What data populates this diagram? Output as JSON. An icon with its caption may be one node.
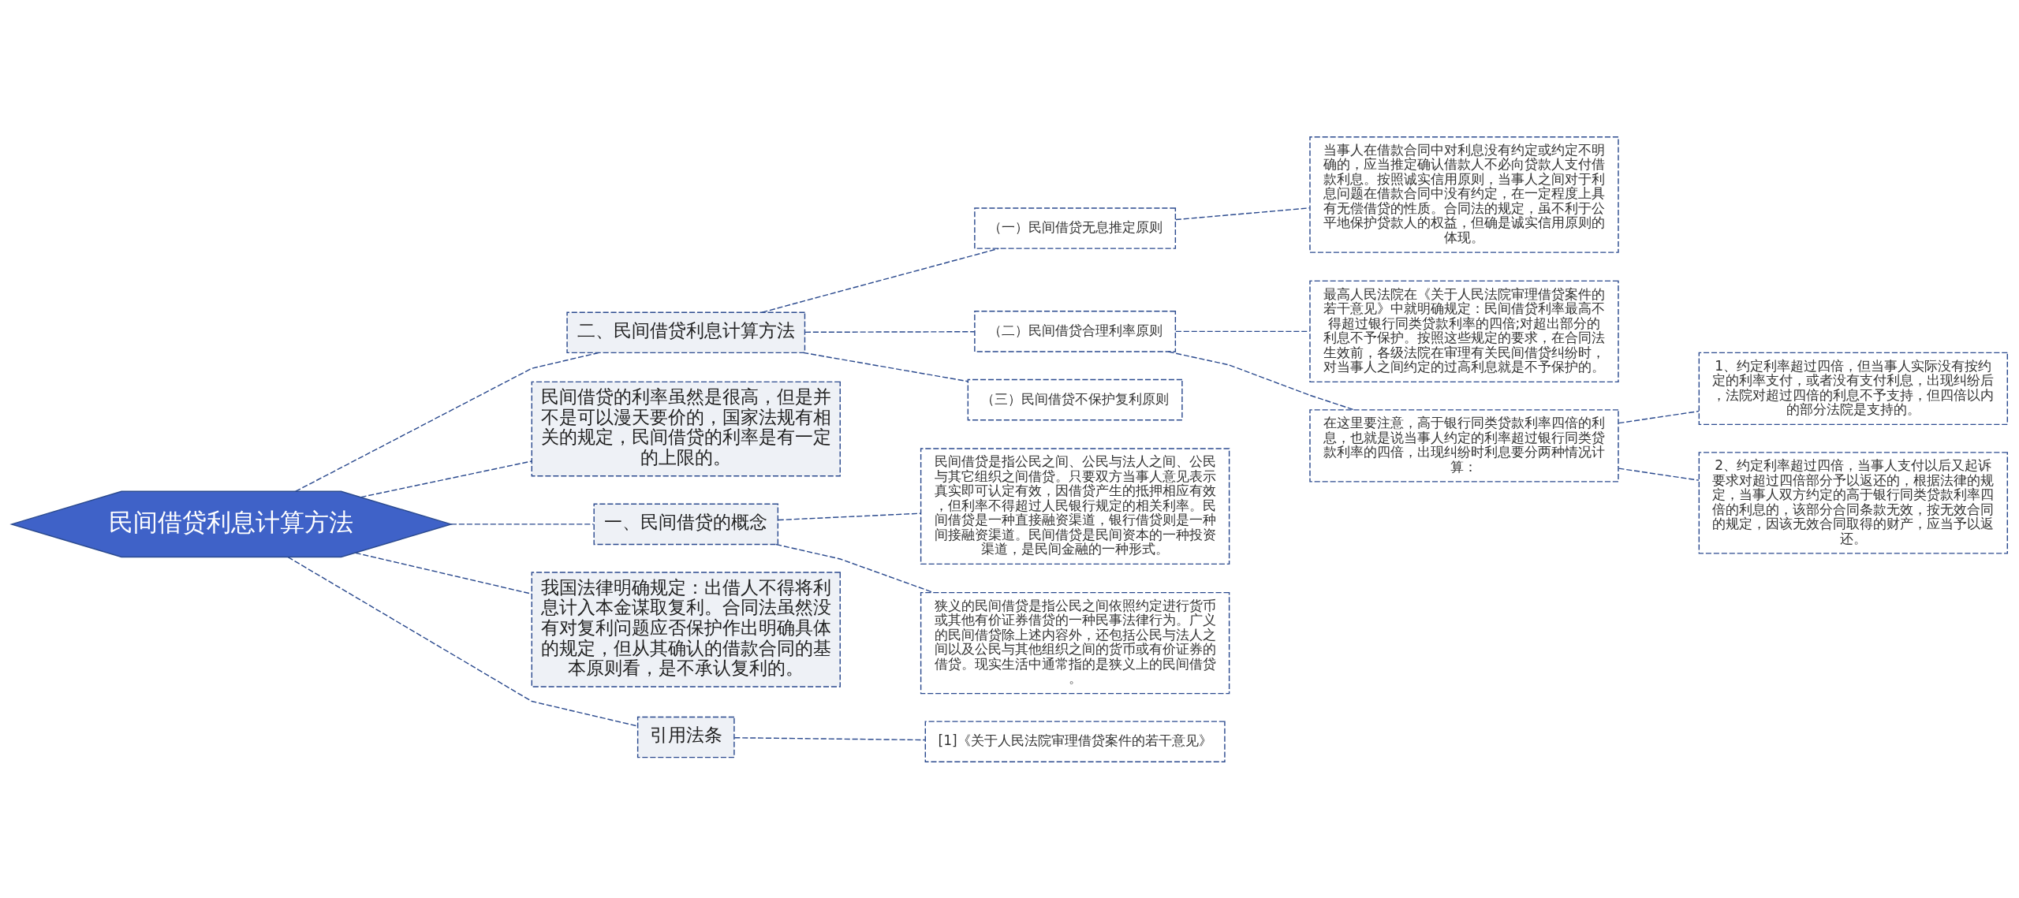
{
  "diagram": {
    "nodes": [
      {
        "text": [
          "民间借贷利息计算方法"
        ]
      },
      {
        "text": [
          "二、民间借贷利息计算方法"
        ]
      },
      {
        "text": [
          "（一）民间借贷无息推定原则"
        ]
      },
      {
        "text": [
          "（二）民间借贷合理利率原则"
        ]
      },
      {
        "text": [
          "（三）民间借贷不保护复利原则"
        ]
      },
      {
        "text": [
          "当事人在借款合同中对利息没有约定或约定不明确的，应当推定确认借款人不必向贷款人支付借款利息。按照诚实信用原则，当事人之间对于利息问题在借款合同中没有约定，在一定程度上具有无偿借贷的性质。合同法的规定，虽不利于公平地保护贷款人的权益，但确是诚实信用原则的体现。"
        ]
      },
      {
        "text": [
          "最高人民法院在《关于人民法院审理借贷案件的若干意见》中就明确规定：民间借贷利率最高不得超过银行同类贷款利率的四倍;对超出部分的利息不予保护。按照这些规定的要求，在合同法生效前，各级法院在审理有关民间借贷纠纷时，对当事人之间约定的过高利息就是不予保护的。"
        ]
      },
      {
        "text": [
          "在这里要注意，高于银行同类贷款利率四倍的利息，也就是说当事人约定的利率超过银行同类贷款利率的四倍，出现纠纷时利息要分两种情况计算："
        ]
      },
      {
        "text": [
          "1、约定利率超过四倍，但当事人实际没有按约定的利率支付，或者没有支付利息，出现纠纷后，法院对超过四倍的利息不予支持，但四倍以内的部分法院是支持的。"
        ]
      },
      {
        "text": [
          "2、约定利率超过四倍，当事人支付以后又起诉要求对超过四倍部分予以返还的，根据法律的规定，当事人双方约定的高于银行同类贷款利率四倍的利息的，该部分合同条款无效，按无效合同的规定，因该无效合同取得的财产，应当予以返还。"
        ]
      },
      {
        "text": [
          "民间借贷的利率虽然是很高，但是并不是可以漫天要价的，国家法规有相关的规定，民间借贷的利率是有一定的上限的。"
        ]
      },
      {
        "text": [
          "一、民间借贷的概念"
        ]
      },
      {
        "text": [
          "民间借贷是指公民之间、公民与法人之间、公民与其它组织之间借贷。只要双方当事人意见表示真实即可认定有效，因借贷产生的抵押相应有效，但利率不得超过人民银行规定的相关利率。民间借贷是一种直接融资渠道，银行借贷则是一种间接融资渠道。民间借贷是民间资本的一种投资渠道，是民间金融的一种形式。"
        ]
      },
      {
        "text": [
          "狭义的民间借贷是指公民之间依照约定进行货币或其他有价证券借贷的一种民事法律行为。广义的民间借贷除上述内容外，还包括公民与法人之间以及公民与其他组织之间的货币或有价证券的借贷。现实生活中通常指的是狭义上的民间借贷。"
        ]
      },
      {
        "text": [
          "我国法律明确规定：出借人不得将利息计入本金谋取复利。合同法虽然没有对复利问题应否保护作出明确具体的规定，但从其确认的借款合同的基本原则看，是不承认复利的。"
        ]
      },
      {
        "text": [
          "引用法条"
        ]
      },
      {
        "text": [
          "[1]《关于人民法院审理借贷案件的若干意见》"
        ]
      }
    ],
    "edges": [
      {
        "from": 0,
        "to": 1,
        "arrow": "none",
        "style": "dashed"
      },
      {
        "from": 1,
        "to": 2,
        "arrow": "none",
        "style": "dashed"
      },
      {
        "from": 1,
        "to": 3,
        "arrow": "none",
        "style": "dashed"
      },
      {
        "from": 1,
        "to": 4,
        "arrow": "none",
        "style": "dashed"
      },
      {
        "from": 2,
        "to": 5,
        "arrow": "none",
        "style": "dashed"
      },
      {
        "from": 3,
        "to": 6,
        "arrow": "none",
        "style": "dashed"
      },
      {
        "from": 3,
        "to": 7,
        "arrow": "none",
        "style": "dashed"
      },
      {
        "from": 7,
        "to": 8,
        "arrow": "none",
        "style": "dashed"
      },
      {
        "from": 7,
        "to": 9,
        "arrow": "none",
        "style": "dashed"
      },
      {
        "from": 0,
        "to": 10,
        "arrow": "none",
        "style": "dashed"
      },
      {
        "from": 0,
        "to": 11,
        "arrow": "none",
        "style": "dashed"
      },
      {
        "from": 11,
        "to": 12,
        "arrow": "none",
        "style": "dashed"
      },
      {
        "from": 11,
        "to": 13,
        "arrow": "none",
        "style": "dashed"
      },
      {
        "from": 0,
        "to": 14,
        "arrow": "none",
        "style": "dashed"
      },
      {
        "from": 0,
        "to": 15,
        "arrow": "none",
        "style": "dashed"
      },
      {
        "from": 15,
        "to": 16,
        "arrow": "none",
        "style": "dashed"
      }
    ]
  }
}
